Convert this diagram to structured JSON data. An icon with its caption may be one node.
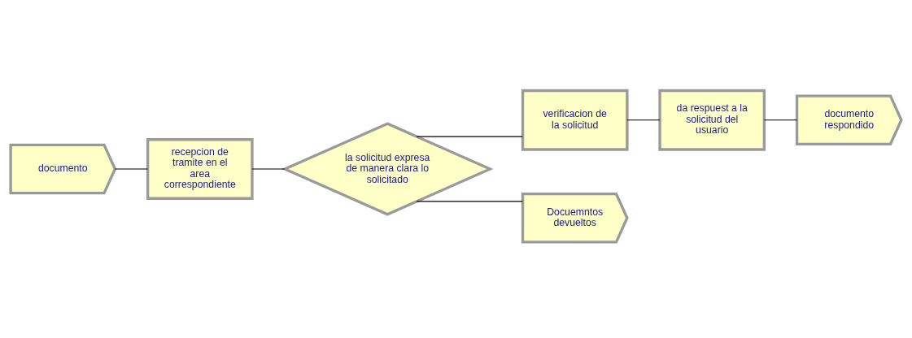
{
  "diagram": {
    "nodes": [
      {
        "text": [
          "documento"
        ]
      },
      {
        "text": [
          "recepcion de tramite en el area correspondiente"
        ]
      },
      {
        "text": [
          "la solicitud expresa de manera clara lo solicitado"
        ]
      },
      {
        "text": [
          "verificacion de la solicitud"
        ]
      },
      {
        "text": [
          "Docuemntos devueltos"
        ]
      },
      {
        "text": [
          "da respuest a la solicitud del usuario"
        ]
      },
      {
        "text": [
          "documento respondido"
        ]
      }
    ],
    "edges": [
      {
        "from": 0,
        "to": 1,
        "arrow": "none"
      },
      {
        "from": 1,
        "to": 2,
        "arrow": "none"
      },
      {
        "from": 2,
        "to": 3,
        "arrow": "none"
      },
      {
        "from": 2,
        "to": 4,
        "arrow": "none"
      },
      {
        "from": 3,
        "to": 5,
        "arrow": "none"
      },
      {
        "from": 5,
        "to": 6,
        "arrow": "none"
      }
    ]
  }
}
